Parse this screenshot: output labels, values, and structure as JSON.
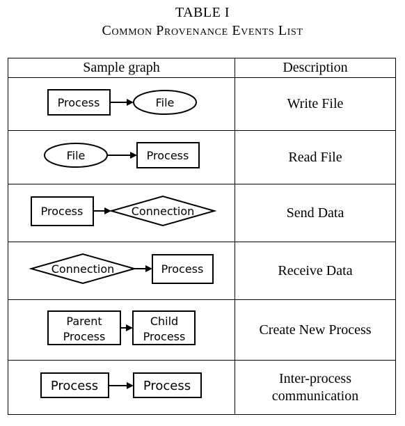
{
  "caption": {
    "number": "TABLE I",
    "title": "Common Provenance Events List"
  },
  "table": {
    "headers": [
      "Sample graph",
      "Description"
    ],
    "rows": [
      {
        "source": "Process",
        "target": "File",
        "description": "Write File"
      },
      {
        "source": "File",
        "target": "Process",
        "description": "Read File"
      },
      {
        "source": "Process",
        "target": "Connection",
        "description": "Send Data"
      },
      {
        "source": "Connection",
        "target": "Process",
        "description": "Receive Data"
      },
      {
        "source": "Parent Process",
        "target": "Child Process",
        "description": "Create New Process"
      },
      {
        "source": "Process",
        "target": "Process",
        "description": "Inter-process communication"
      }
    ]
  }
}
